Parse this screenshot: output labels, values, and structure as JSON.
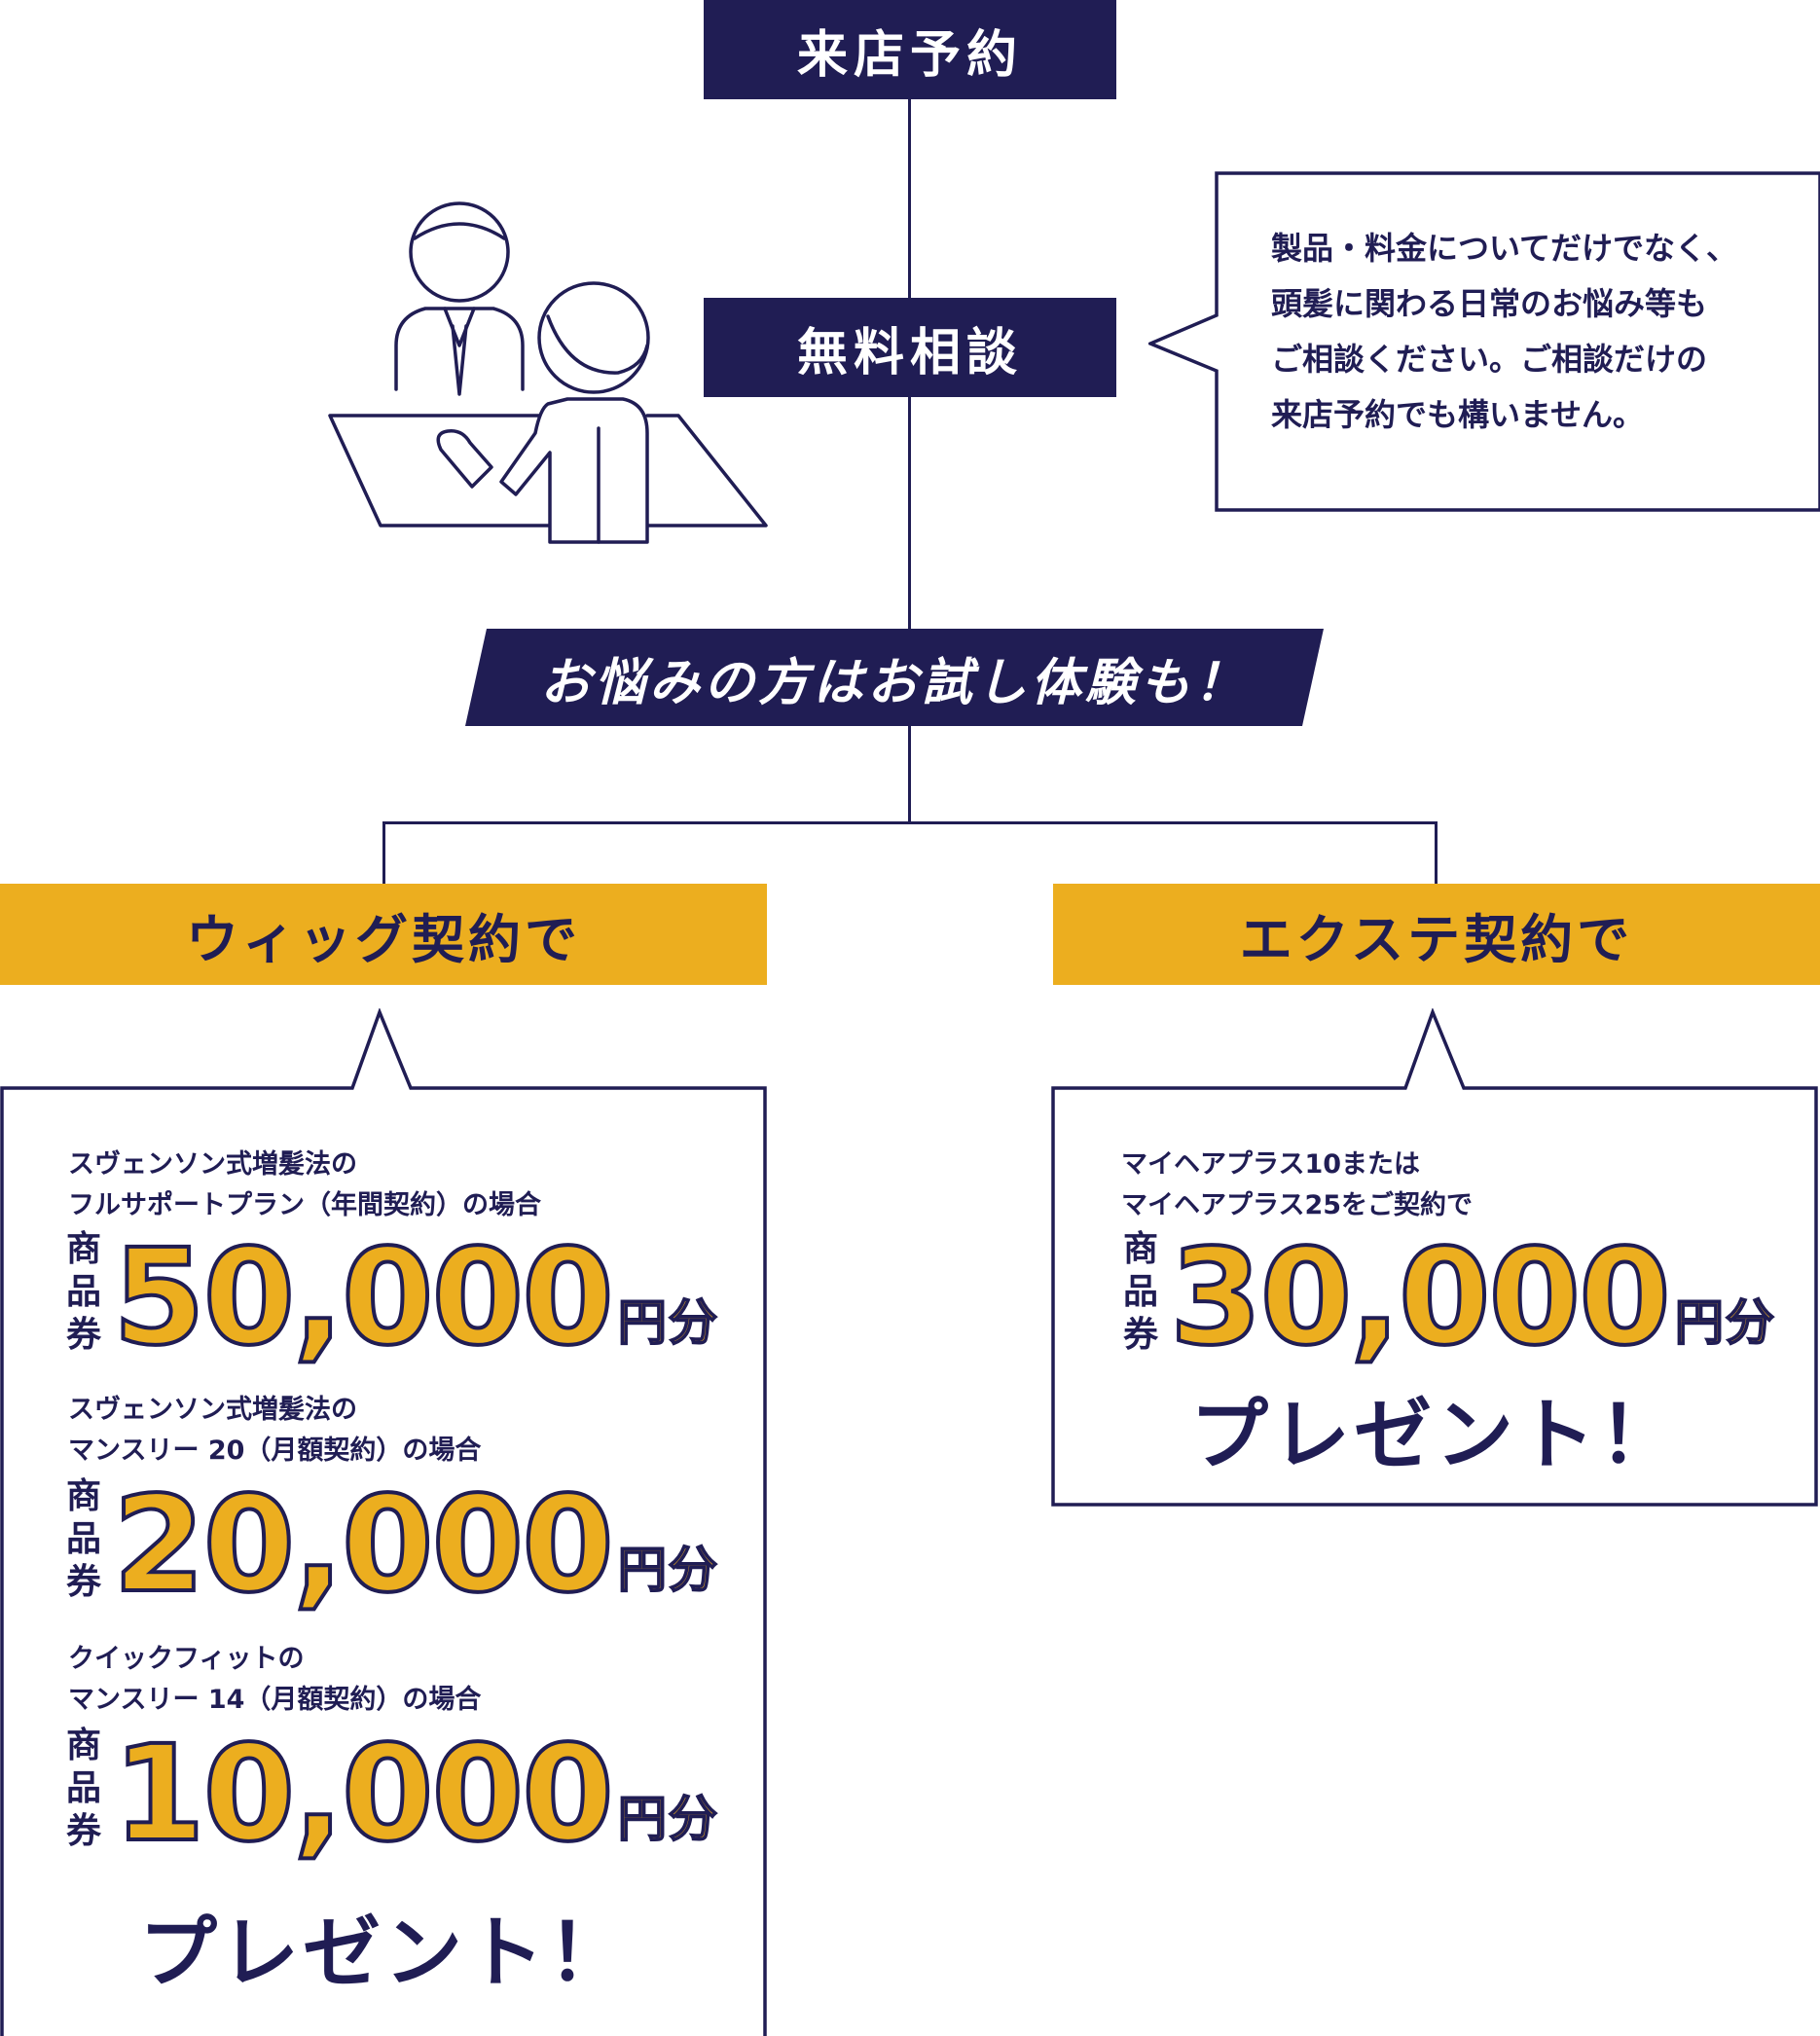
{
  "steps": {
    "reservation": "来店予約",
    "consultation": "無料相談",
    "trial": "お悩みの方はお試し体験も！"
  },
  "consult_note": {
    "lines": [
      "製品・料金についてだけでなく、",
      "頭髪に関わる日常のお悩み等も",
      "ご相談ください。ご相談だけの",
      "来店予約でも構いません。"
    ]
  },
  "wig": {
    "header": "ウィッグ契約で",
    "offers": [
      {
        "cond1": "スヴェンソン式増髪法の",
        "cond2": "フルサポートプラン（年間契約）の場合",
        "amount": "50,000"
      },
      {
        "cond1": "スヴェンソン式増髪法の",
        "cond2": "マンスリー 20（月額契約）の場合",
        "amount": "20,000"
      },
      {
        "cond1": "クイックフィットの",
        "cond2": "マンスリー 14（月額契約）の場合",
        "amount": "10,000"
      }
    ],
    "present": "プレゼント！"
  },
  "ext": {
    "header": "エクステ契約で",
    "cond1": "マイヘアプラス10または",
    "cond2": "マイヘアプラス25をご契約で",
    "amount": "30,000",
    "present": "プレゼント！"
  },
  "labels": {
    "voucher": [
      "商",
      "品",
      "券"
    ],
    "unit": "円分"
  },
  "colors": {
    "navy": "#201d54",
    "gold": "#ecae1f",
    "white": "#ffffff"
  },
  "icons": [
    "consultation-illustration"
  ]
}
